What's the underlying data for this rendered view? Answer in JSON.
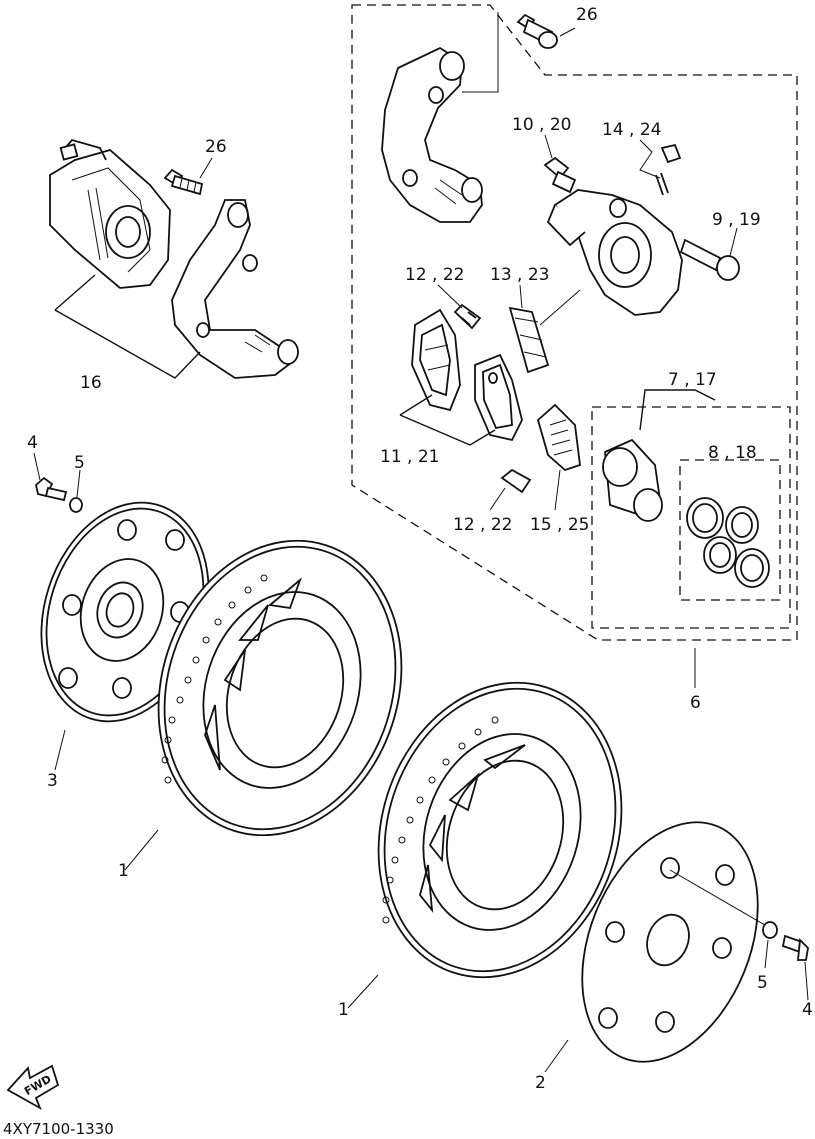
{
  "labels": {
    "l26a": "26",
    "l26b": "26",
    "l10_20": "10 , 20",
    "l14_24": "14 , 24",
    "l9_19": "9 , 19",
    "l12_22a": "12 , 22",
    "l13_23": "13 , 23",
    "l16": "16",
    "l7_17": "7 , 17",
    "l8_18": "8 , 18",
    "l11_21": "11 , 21",
    "l4a": "4",
    "l5a": "5",
    "l12_22b": "12 , 22",
    "l15_25": "15 , 25",
    "l6": "6",
    "l3": "3",
    "l1a": "1",
    "l1b": "1",
    "l5b": "5",
    "l4b": "4",
    "l2": "2"
  },
  "fwd_badge": "FWD",
  "diagram_code": "4XY7100-1330"
}
